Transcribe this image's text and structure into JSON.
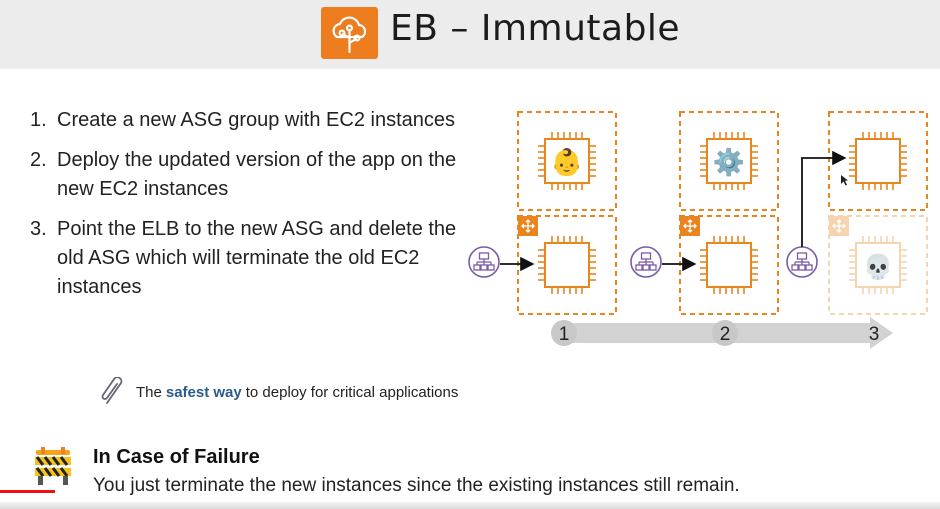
{
  "header": {
    "title": "EB – Immutable",
    "icon": "elastic-beanstalk-icon",
    "icon_color": "#ED7D1F"
  },
  "steps": [
    {
      "number": "1.",
      "text": "Create a new ASG group with EC2 instances"
    },
    {
      "number": "2.",
      "text": "Deploy the updated version of the app on the new EC2 instances"
    },
    {
      "number": "3.",
      "text": "Point the ELB to the new ASG and delete the old ASG which will terminate the old EC2 instances"
    }
  ],
  "diagram": {
    "stage_labels": [
      "1",
      "2",
      "3"
    ],
    "top_instance_icons": [
      "baby-emoji-icon",
      "gear-emoji-icon",
      "empty-chip-icon"
    ],
    "terminated_icon": "skull-emoji-icon",
    "accent_color": "#E8851E",
    "elb_color": "#7B5BA8"
  },
  "tip": {
    "prefix": "The",
    "highlight": "safest way",
    "suffix": "to deploy for critical applications",
    "icon": "paperclip-icon"
  },
  "failure": {
    "title": "In Case of Failure",
    "text": "You just terminate the new instances since the existing instances still remain.",
    "icon": "construction-barrier-icon"
  }
}
